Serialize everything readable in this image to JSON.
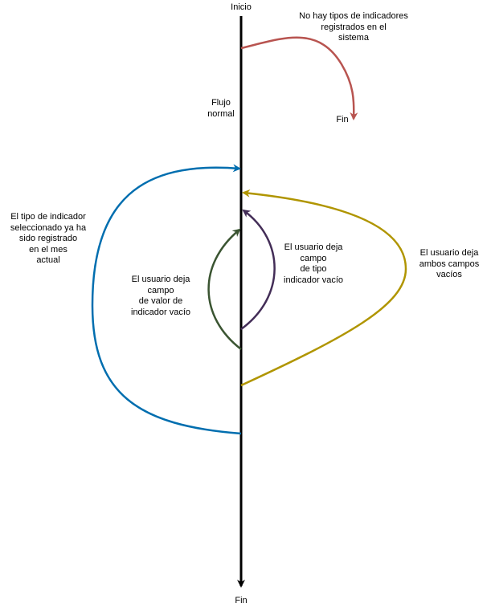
{
  "start_label": "Inicio",
  "end_label": "Fin",
  "normal_flow": "Flujo\nnormal",
  "flows": {
    "no_types": {
      "label": "No hay tipos de indicadores\nregistrados en el\nsistema",
      "end_label": "Fin",
      "color": "#b85450"
    },
    "already_registered": {
      "label": "El tipo de indicador\nseleccionado ya ha\nsido registrado\nen el mes\nactual",
      "color": "#006eaf"
    },
    "value_empty": {
      "label": "El usuario deja\ncampo\nde valor de\nindicador vacío",
      "color": "#3a5431"
    },
    "type_empty": {
      "label": "El usuario deja\ncampo\nde tipo\nindicador vacío",
      "color": "#432d57"
    },
    "both_empty": {
      "label": "El usuario deja\nambos campos\nvacíos",
      "color": "#b09500"
    }
  }
}
